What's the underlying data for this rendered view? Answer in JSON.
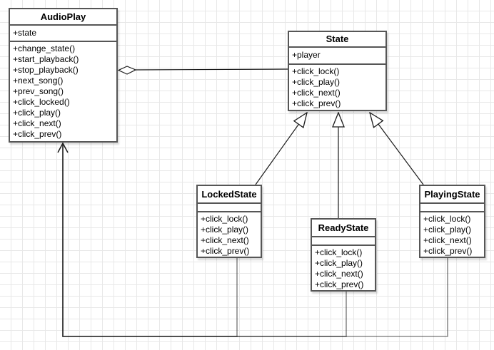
{
  "diagram": {
    "classes": [
      {
        "name": "AudioPlay",
        "attributes": [
          "+state"
        ],
        "methods": [
          "+change_state()",
          "+start_playback()",
          "+stop_playback()",
          "+next_song()",
          "+prev_song()",
          "+click_locked()",
          "+click_play()",
          "+click_next()",
          "+click_prev()"
        ]
      },
      {
        "name": "State",
        "attributes": [
          "+player"
        ],
        "methods": [
          "+click_lock()",
          "+click_play()",
          "+click_next()",
          "+click_prev()"
        ]
      },
      {
        "name": "LockedState",
        "attributes": [],
        "methods": [
          "+click_lock()",
          "+click_play()",
          "+click_next()",
          "+click_prev()"
        ]
      },
      {
        "name": "ReadyState",
        "attributes": [],
        "methods": [
          "+click_lock()",
          "+click_play()",
          "+click_next()",
          "+click_prev()"
        ]
      },
      {
        "name": "PlayingState",
        "attributes": [],
        "methods": [
          "+click_lock()",
          "+click_play()",
          "+click_next()",
          "+click_prev()"
        ]
      }
    ],
    "relationships": [
      {
        "from": "AudioPlay",
        "to": "State",
        "type": "aggregation"
      },
      {
        "from": "LockedState",
        "to": "State",
        "type": "generalization"
      },
      {
        "from": "ReadyState",
        "to": "State",
        "type": "generalization"
      },
      {
        "from": "PlayingState",
        "to": "State",
        "type": "generalization"
      },
      {
        "from": "LockedState",
        "to": "AudioPlay",
        "type": "directed-association"
      },
      {
        "from": "ReadyState",
        "to": "AudioPlay",
        "type": "directed-association"
      },
      {
        "from": "PlayingState",
        "to": "AudioPlay",
        "type": "directed-association"
      }
    ],
    "colors": {
      "box_fill": "#ffffff",
      "box_border": "#565656",
      "edge": "#1a1a1a",
      "grid": "#e8e8e8",
      "text": "#000000",
      "canvas": "#ffffff"
    }
  }
}
